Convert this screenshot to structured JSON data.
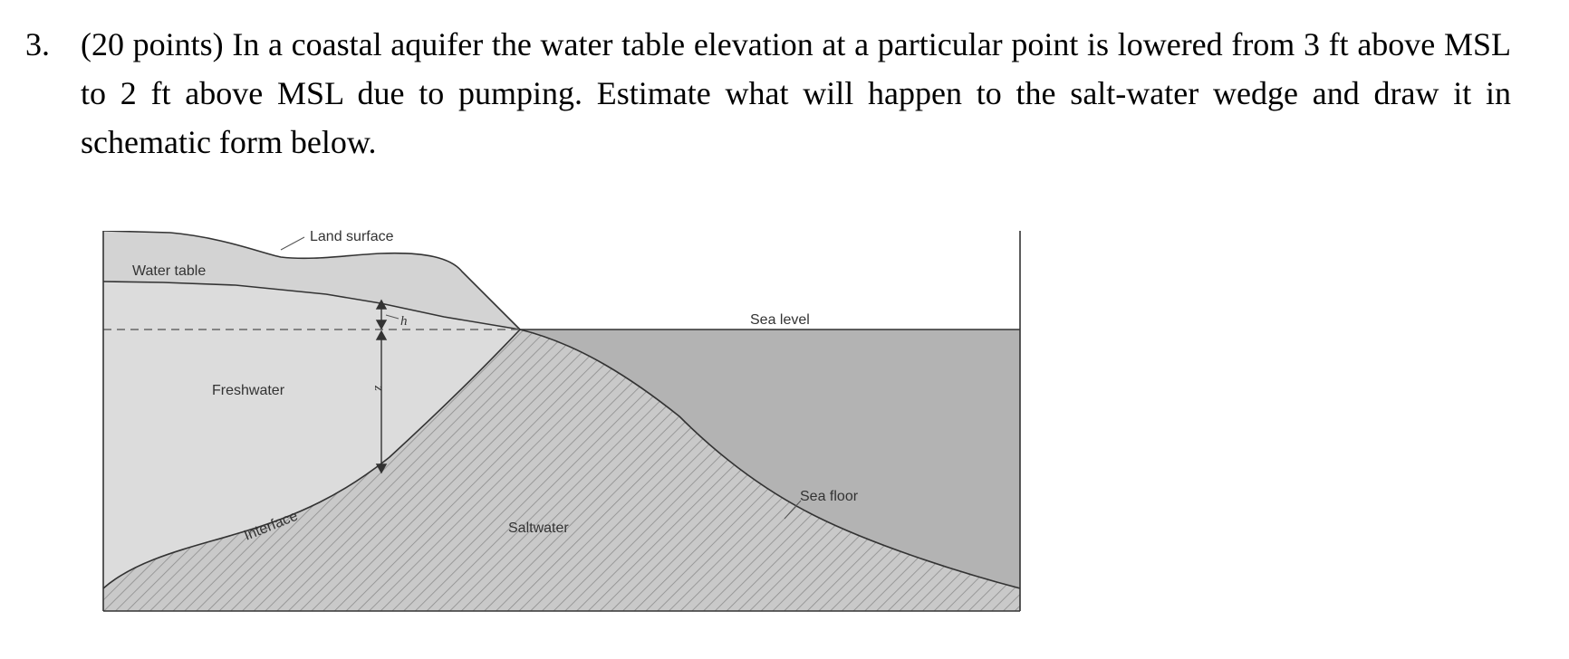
{
  "question": {
    "number": "3.",
    "text": "(20 points) In a coastal aquifer the water table elevation at a particular point is lowered from 3 ft above MSL to 2 ft above MSL due to pumping. Estimate what will happen to the salt-water wedge and draw it in schematic form below."
  },
  "figure": {
    "labels": {
      "land_surface": "Land surface",
      "water_table": "Water table",
      "sea_level": "Sea level",
      "freshwater": "Freshwater",
      "interface": "Interface",
      "saltwater": "Saltwater",
      "sea_floor": "Sea floor",
      "h": "h",
      "z": "z"
    },
    "colors": {
      "land": "#d3d3d3",
      "freshwater": "#dcdcdc",
      "sea": "#b3b3b3",
      "saltwater_hatch": "#9a9a9a",
      "line": "#333333"
    }
  }
}
